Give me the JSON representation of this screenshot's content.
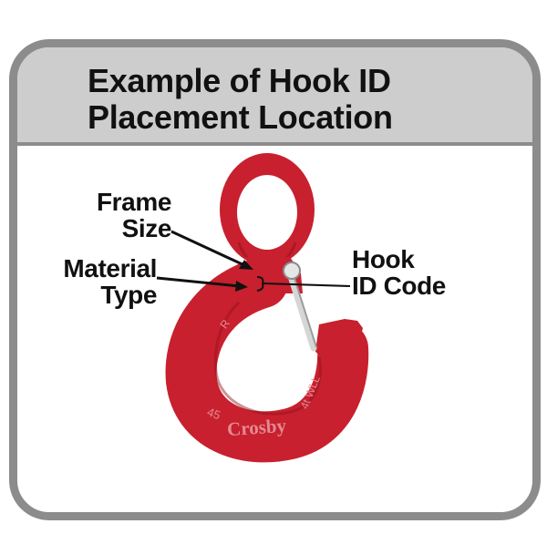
{
  "title": {
    "line1": "Example of Hook ID",
    "line2": "Placement Location"
  },
  "callouts": {
    "frame_size": {
      "line1": "Frame",
      "line2": "Size"
    },
    "material_type": {
      "line1": "Material",
      "line2": "Type"
    },
    "hook_id_code": {
      "line1": "Hook",
      "line2": "ID Code"
    }
  },
  "hook_markings": {
    "brand": "Crosby",
    "size": "45",
    "wll": "4t WLL",
    "code": "R"
  },
  "colors": {
    "hook": "#c8202e",
    "hook_shadow": "#8e1119",
    "header": "#cdcdcd",
    "frame": "#8c8c8c",
    "text": "#111111"
  }
}
